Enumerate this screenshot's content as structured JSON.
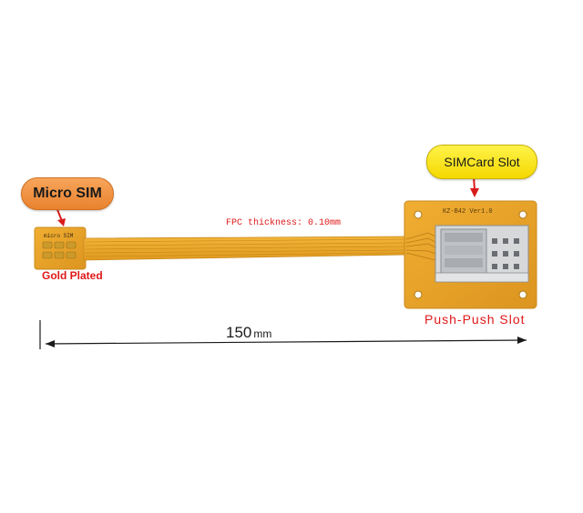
{
  "callouts": {
    "micro_sim": "Micro SIM",
    "simcard_slot": "SIMCard Slot"
  },
  "labels": {
    "gold_plated": "Gold Plated",
    "push_push": "Push-Push Slot",
    "fpc_thickness": "FPC thickness:  0.10mm",
    "dimension_value": "150",
    "dimension_unit": "mm",
    "board_marking": "KZ-B42 Ver1.0",
    "micro_marking": "micro SIM"
  },
  "colors": {
    "fpc_orange": "#e9a52a",
    "callout_orange": "#ef8f3c",
    "callout_yellow": "#f7e21b",
    "label_red": "#e01818",
    "gold_contact": "#d9a82e"
  },
  "icons": [
    "red-arrow-icon",
    "dimension-arrow-icon"
  ]
}
